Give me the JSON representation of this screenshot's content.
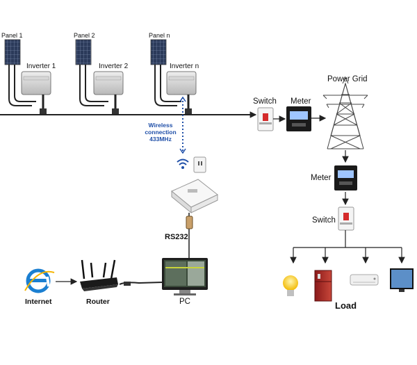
{
  "panels": [
    {
      "panel_label": "Panel 1",
      "inverter_label": "Inverter 1"
    },
    {
      "panel_label": "Panel 2",
      "inverter_label": "Inverter 2"
    },
    {
      "panel_label": "Panel n",
      "inverter_label": "Inverter n"
    }
  ],
  "wireless": {
    "line1": "Wireless",
    "line2": "connection",
    "line3": "433MHz"
  },
  "labels": {
    "switch_top": "Switch",
    "meter_top": "Meter",
    "power_grid": "Power Grid",
    "meter_side": "Meter",
    "switch_side": "Switch",
    "rs232": "RS232",
    "internet": "Internet",
    "router": "Router",
    "pc": "PC",
    "load": "Load"
  },
  "colors": {
    "wireless_blue": "#1f4fa8",
    "line": "#222222"
  }
}
